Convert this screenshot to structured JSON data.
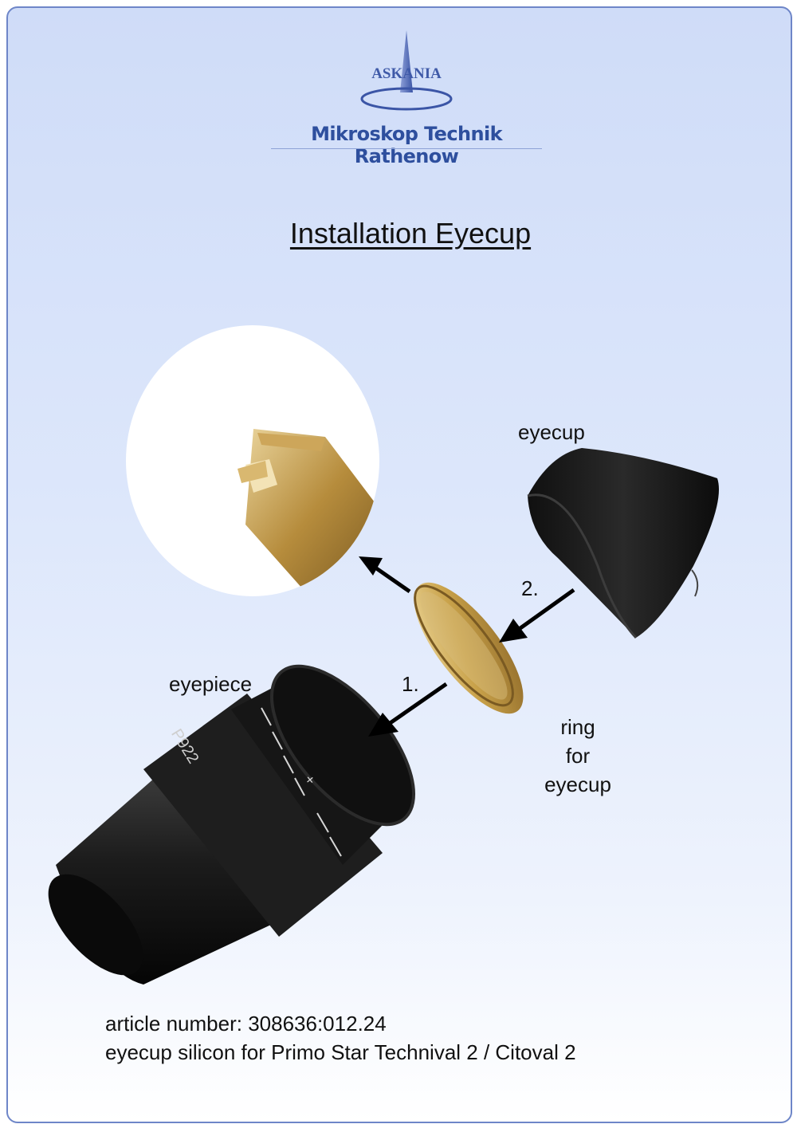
{
  "brand": {
    "logo_text": "ASKANIA",
    "subtitle": "Mikroskop Technik Rathenow"
  },
  "title": "Installation Eyecup",
  "labels": {
    "eyecup": "eyecup",
    "step2": "2.",
    "step1": "1.",
    "eyepiece": "eyepiece",
    "ring_line1": "ring",
    "ring_line2": "for",
    "ring_line3": "eyecup"
  },
  "eyepiece_markings": {
    "serial": "P922",
    "plus": "+"
  },
  "footer": {
    "article_label": "article number:",
    "article_number": "308636:012.24",
    "description": "eyecup silicon for Primo Star Technival 2 / Citoval 2"
  },
  "colors": {
    "page_border": "#6e86c8",
    "brand_blue": "#2e4f9e",
    "brass": "#c9a24a",
    "rubber": "#1a1a1a"
  }
}
